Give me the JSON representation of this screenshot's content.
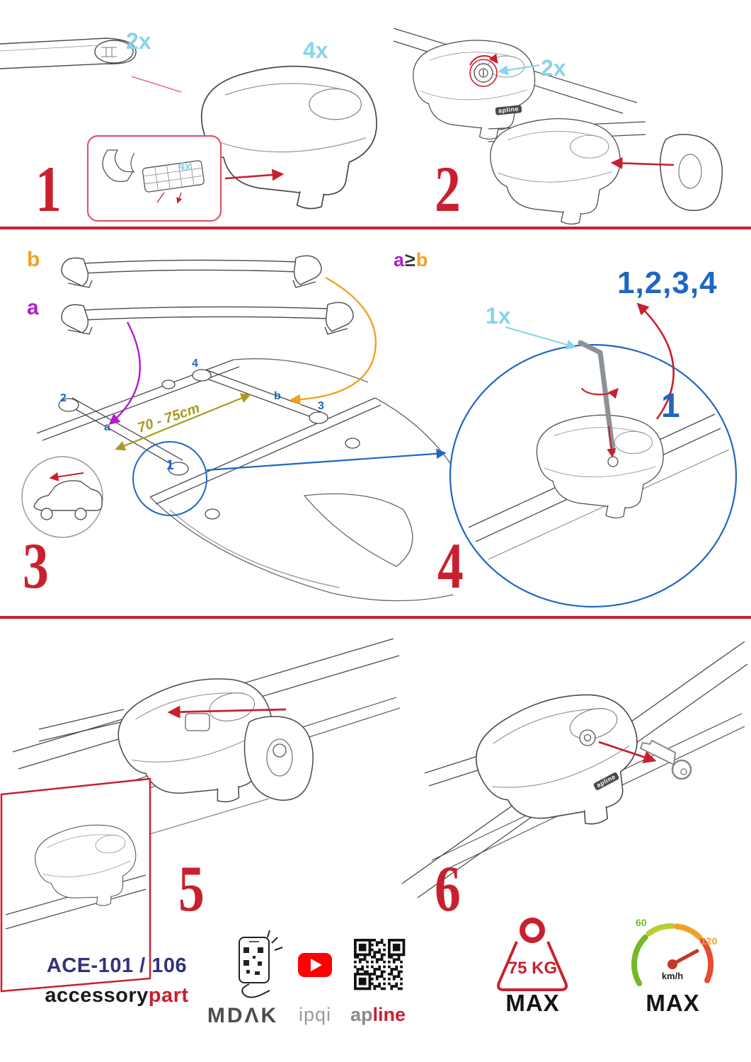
{
  "colors": {
    "accent_red": "#c9202f",
    "cyan": "#86d5e8",
    "purple": "#b01fc9",
    "orange": "#f0a125",
    "blue": "#1f66c1",
    "olive": "#a89a1e",
    "navy": "#32327a",
    "green": "#76b82a",
    "youtube_red": "#ff0000",
    "gray": "#8a8a8a"
  },
  "step1": {
    "num": "1",
    "bar_qty": "2x",
    "foot_qty": "4x",
    "pad_qty": "4x"
  },
  "step2": {
    "num": "2",
    "lock_qty": "2x",
    "foot_logo": "apline"
  },
  "step3": {
    "num": "3",
    "bar_b_label": "b",
    "bar_a_label": "a",
    "cond_a": "a",
    "cond_op": "≥",
    "cond_b": "b",
    "distance": "70 - 75cm",
    "pos1": "1",
    "pos2": "2",
    "pos3": "3",
    "pos4": "4",
    "roof_a": "a",
    "roof_b": "b"
  },
  "step4": {
    "num": "4",
    "tighten_order": "1,2,3,4",
    "tool_qty": "1x",
    "first_pos": "1"
  },
  "step5": {
    "num": "5"
  },
  "step6": {
    "num": "6",
    "foot_logo": "apline"
  },
  "footer": {
    "product_code": "ACE-101 / 106",
    "brand_black": "accessory",
    "brand_red": "part",
    "mdak_logo": "MDΛK",
    "ipqi_logo": "ipqi",
    "apline_gray": "ap",
    "apline_red": "line",
    "weight_limit": "75 KG",
    "weight_max": "MAX",
    "speed_min": "60",
    "speed_max_value": "120",
    "speed_unit": "km/h",
    "speed_max": "MAX"
  }
}
